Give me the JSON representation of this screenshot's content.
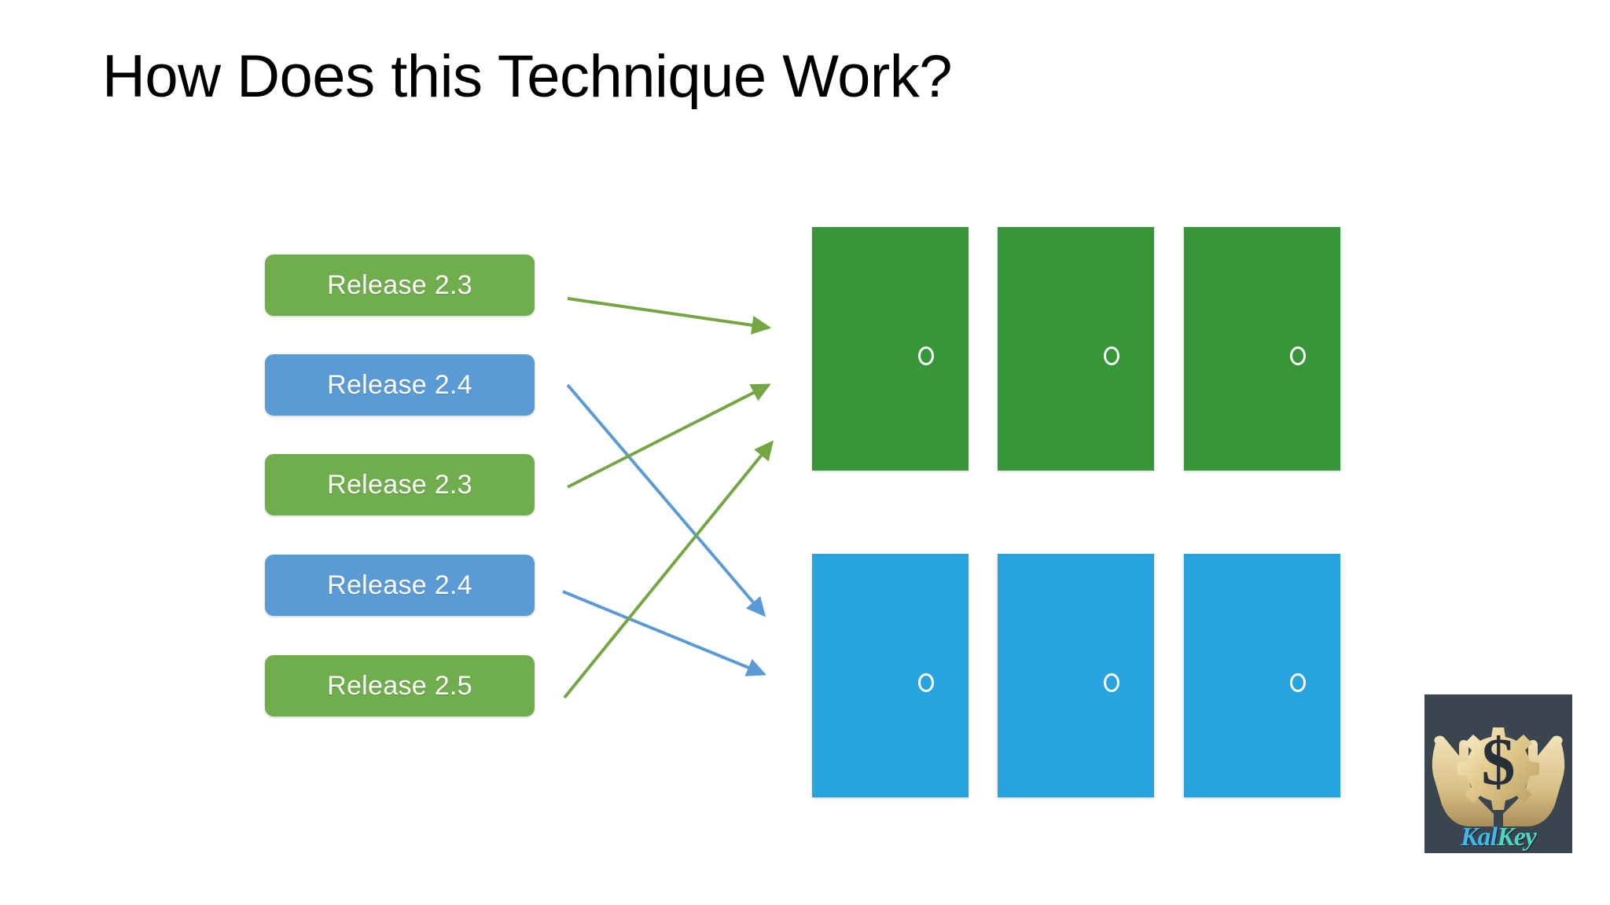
{
  "slide": {
    "title": "How Does this Technique Work?",
    "background_color": "#FFFFFF"
  },
  "palette": {
    "release_green": "#70AD4C",
    "release_blue": "#5B9BD5",
    "server_green": "#379637",
    "server_blue": "#27A3E0",
    "arrow_green": "#74A644",
    "arrow_blue": "#5B9BD5",
    "title_color": "#000000"
  },
  "releases": {
    "items": [
      {
        "label": "Release 2.3",
        "color": "#70AD4C",
        "variant": "green"
      },
      {
        "label": "Release 2.4",
        "color": "#5B9BD5",
        "variant": "blue"
      },
      {
        "label": "Release 2.3",
        "color": "#70AD4C",
        "variant": "green"
      },
      {
        "label": "Release 2.4",
        "color": "#5B9BD5",
        "variant": "blue"
      },
      {
        "label": "Release 2.5",
        "color": "#70AD4C",
        "variant": "green"
      }
    ]
  },
  "servers": {
    "rows": [
      {
        "name": "green-server-row",
        "color": "#379637",
        "count": 3,
        "icon": "server-rack-icon"
      },
      {
        "name": "blue-server-row",
        "color": "#27A3E0",
        "count": 3,
        "icon": "server-rack-icon"
      }
    ]
  },
  "connections": [
    {
      "from": "Release 2.3",
      "to": "green-server-row",
      "color": "#74A644"
    },
    {
      "from": "Release 2.4",
      "to": "blue-server-row",
      "color": "#5B9BD5"
    },
    {
      "from": "Release 2.3",
      "to": "green-server-row",
      "color": "#74A644"
    },
    {
      "from": "Release 2.4",
      "to": "blue-server-row",
      "color": "#5B9BD5"
    },
    {
      "from": "Release 2.5",
      "to": "green-server-row",
      "color": "#74A644"
    }
  ],
  "logo": {
    "name": "kalkey-logo",
    "word_part_1": "Kal",
    "word_part_2": "Key",
    "background_color": "#3B4550",
    "symbol": "gear-dollar-in-hands-icon"
  }
}
